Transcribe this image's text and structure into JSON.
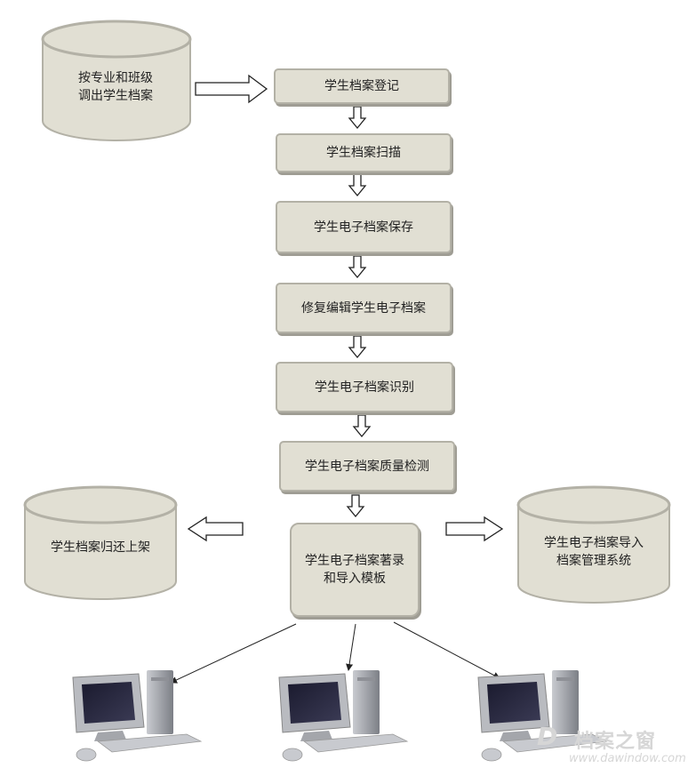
{
  "sources": {
    "top_left": "按专业和班级\n调出学生档案",
    "bottom_left": "学生档案归还上架",
    "bottom_right": "学生电子档案导入\n档案管理系统"
  },
  "steps": [
    "学生档案登记",
    "学生档案扫描",
    "学生电子档案保存",
    "修复编辑学生电子档案",
    "学生电子档案识别",
    "学生电子档案质量检测",
    "学生电子档案著录\n和导入模板"
  ],
  "computers": [
    "computer",
    "computer",
    "computer"
  ],
  "watermark": {
    "brand": "档案之窗",
    "url": "www.dawindow.com",
    "logo": "D"
  },
  "colors": {
    "box_fill": "#e1dfd3",
    "box_border": "#b3b1a6",
    "shadow": "#9f9d94",
    "line": "#222222"
  }
}
